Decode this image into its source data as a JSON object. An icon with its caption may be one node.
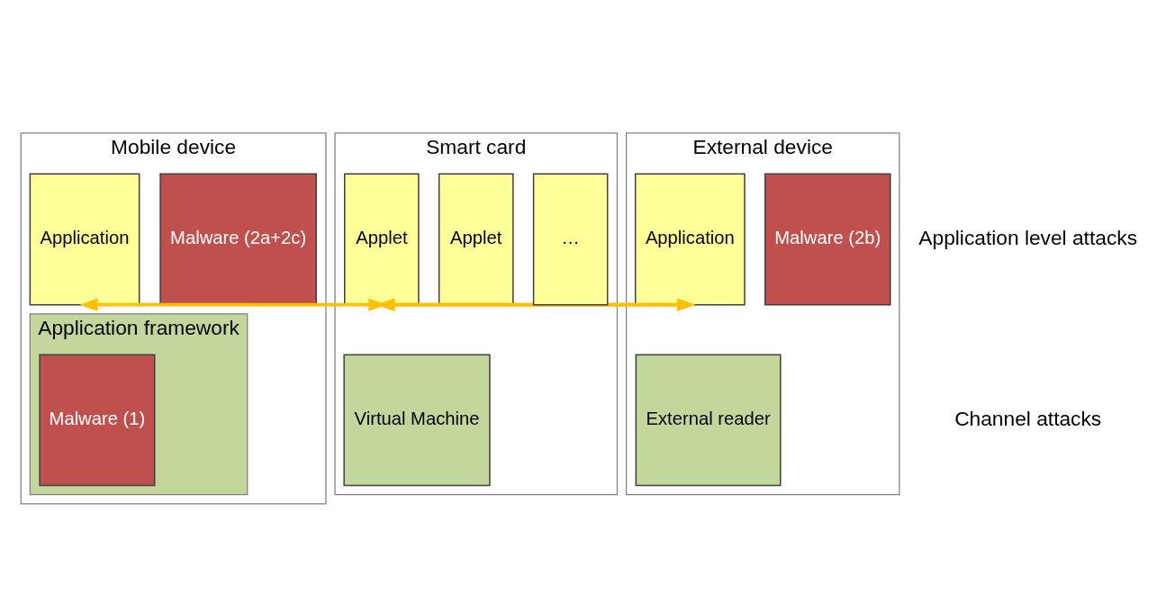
{
  "diagram": {
    "nodes": [
      {
        "text": [
          "Mobile device"
        ]
      },
      {
        "text": [
          "Application"
        ],
        "in": 0
      },
      {
        "text": [
          "Malware (2a+2c)"
        ],
        "in": 0
      },
      {
        "text": [
          "Application framework"
        ],
        "in": 0
      },
      {
        "text": [
          "Malware (1)"
        ],
        "in": 3
      },
      {
        "text": [
          "Smart card"
        ]
      },
      {
        "text": [
          "Applet"
        ],
        "in": 5
      },
      {
        "text": [
          "Applet"
        ],
        "in": 5
      },
      {
        "text": [
          "…"
        ],
        "in": 5
      },
      {
        "text": [
          "Virtual Machine"
        ],
        "in": 5
      },
      {
        "text": [
          "External device"
        ]
      },
      {
        "text": [
          "Application"
        ],
        "in": 10
      },
      {
        "text": [
          "Malware (2b)"
        ],
        "in": 10
      },
      {
        "text": [
          "External reader"
        ],
        "in": 10
      }
    ],
    "edges": [
      {
        "from": 1,
        "to": 6,
        "arrow": "both"
      },
      {
        "from": 6,
        "to": 11,
        "arrow": "both"
      }
    ],
    "labels": [
      "Application level attacks",
      "Channel attacks"
    ]
  }
}
